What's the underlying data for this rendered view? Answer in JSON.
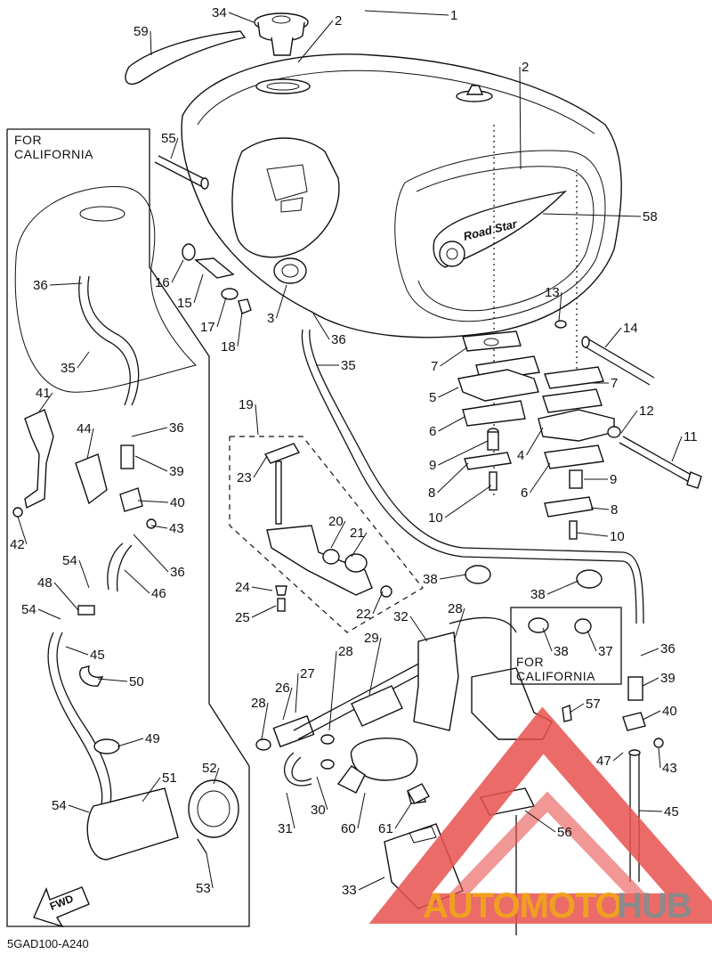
{
  "diagram": {
    "catalog_code": "5GAD100-A240",
    "california_box_left": "FOR\nCALIFORNIA",
    "california_box_right": "FOR\nCALIFORNIA",
    "forward_arrow": "FWD",
    "tank_emblem": "Road Star"
  },
  "watermark": {
    "part1": "AUTOMOTO",
    "part2": "HUB",
    "color_red": "#e8524f",
    "color_orange": "#f0a020",
    "color_gray": "#8a8a8a"
  },
  "callouts": [
    {
      "id": "c34",
      "text": "34"
    },
    {
      "id": "c59",
      "text": "59"
    },
    {
      "id": "c2a",
      "text": "2"
    },
    {
      "id": "c1",
      "text": "1"
    },
    {
      "id": "c2b",
      "text": "2"
    },
    {
      "id": "c55",
      "text": "55"
    },
    {
      "id": "c58",
      "text": "58"
    },
    {
      "id": "c36a",
      "text": "36"
    },
    {
      "id": "c16",
      "text": "16"
    },
    {
      "id": "c15",
      "text": "15"
    },
    {
      "id": "c17",
      "text": "17"
    },
    {
      "id": "c18",
      "text": "18"
    },
    {
      "id": "c3",
      "text": "3"
    },
    {
      "id": "c36b",
      "text": "36"
    },
    {
      "id": "c35a",
      "text": "35"
    },
    {
      "id": "c13",
      "text": "13"
    },
    {
      "id": "c14",
      "text": "14"
    },
    {
      "id": "c35b",
      "text": "35"
    },
    {
      "id": "c7a",
      "text": "7"
    },
    {
      "id": "c5",
      "text": "5"
    },
    {
      "id": "c7b",
      "text": "7"
    },
    {
      "id": "c41",
      "text": "41"
    },
    {
      "id": "c19",
      "text": "19"
    },
    {
      "id": "c6a",
      "text": "6"
    },
    {
      "id": "c12",
      "text": "12"
    },
    {
      "id": "c36c",
      "text": "36"
    },
    {
      "id": "c44",
      "text": "44"
    },
    {
      "id": "c9a",
      "text": "9"
    },
    {
      "id": "c4",
      "text": "4"
    },
    {
      "id": "c11",
      "text": "11"
    },
    {
      "id": "c23",
      "text": "23"
    },
    {
      "id": "c39a",
      "text": "39"
    },
    {
      "id": "c8a",
      "text": "8"
    },
    {
      "id": "c40a",
      "text": "40"
    },
    {
      "id": "c10a",
      "text": "10"
    },
    {
      "id": "c6b",
      "text": "6"
    },
    {
      "id": "c9b",
      "text": "9"
    },
    {
      "id": "c42",
      "text": "42"
    },
    {
      "id": "c43a",
      "text": "43"
    },
    {
      "id": "c20",
      "text": "20"
    },
    {
      "id": "c21",
      "text": "21"
    },
    {
      "id": "c8b",
      "text": "8"
    },
    {
      "id": "c10b",
      "text": "10"
    },
    {
      "id": "c36d",
      "text": "36"
    },
    {
      "id": "c54a",
      "text": "54"
    },
    {
      "id": "c48",
      "text": "48"
    },
    {
      "id": "c46",
      "text": "46"
    },
    {
      "id": "c24",
      "text": "24"
    },
    {
      "id": "c38a",
      "text": "38"
    },
    {
      "id": "c38b",
      "text": "38"
    },
    {
      "id": "c54b",
      "text": "54"
    },
    {
      "id": "c25",
      "text": "25"
    },
    {
      "id": "c22",
      "text": "22"
    },
    {
      "id": "c32",
      "text": "32"
    },
    {
      "id": "c28a",
      "text": "28"
    },
    {
      "id": "c29",
      "text": "29"
    },
    {
      "id": "c38c",
      "text": "38"
    },
    {
      "id": "c37",
      "text": "37"
    },
    {
      "id": "c45a",
      "text": "45"
    },
    {
      "id": "c28b",
      "text": "28"
    },
    {
      "id": "c36e",
      "text": "36"
    },
    {
      "id": "c27",
      "text": "27"
    },
    {
      "id": "c50",
      "text": "50"
    },
    {
      "id": "c26",
      "text": "26"
    },
    {
      "id": "c39b",
      "text": "39"
    },
    {
      "id": "c28c",
      "text": "28"
    },
    {
      "id": "c57",
      "text": "57"
    },
    {
      "id": "c40b",
      "text": "40"
    },
    {
      "id": "c49",
      "text": "49"
    },
    {
      "id": "c47",
      "text": "47"
    },
    {
      "id": "c43b",
      "text": "43"
    },
    {
      "id": "c52",
      "text": "52"
    },
    {
      "id": "c51",
      "text": "51"
    },
    {
      "id": "c54c",
      "text": "54"
    },
    {
      "id": "c31",
      "text": "31"
    },
    {
      "id": "c30",
      "text": "30"
    },
    {
      "id": "c60",
      "text": "60"
    },
    {
      "id": "c61",
      "text": "61"
    },
    {
      "id": "c56",
      "text": "56"
    },
    {
      "id": "c45b",
      "text": "45"
    },
    {
      "id": "c33",
      "text": "33"
    },
    {
      "id": "c53",
      "text": "53"
    }
  ]
}
